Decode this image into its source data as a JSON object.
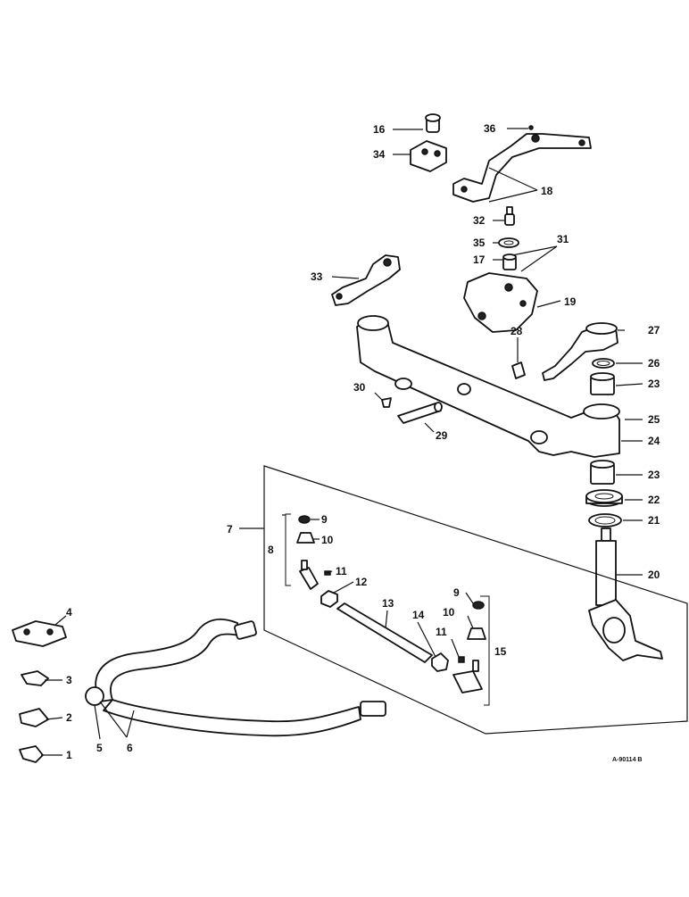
{
  "diagram": {
    "drawing_code": "A-90114 B",
    "callouts": [
      {
        "id": "c1",
        "text": "1"
      },
      {
        "id": "c2",
        "text": "2"
      },
      {
        "id": "c3",
        "text": "3"
      },
      {
        "id": "c4",
        "text": "4"
      },
      {
        "id": "c5",
        "text": "5"
      },
      {
        "id": "c6",
        "text": "6"
      },
      {
        "id": "c7",
        "text": "7"
      },
      {
        "id": "c8",
        "text": "8"
      },
      {
        "id": "c9a",
        "text": "9"
      },
      {
        "id": "c9b",
        "text": "9"
      },
      {
        "id": "c10a",
        "text": "10"
      },
      {
        "id": "c10b",
        "text": "10"
      },
      {
        "id": "c11a",
        "text": "11"
      },
      {
        "id": "c11b",
        "text": "11"
      },
      {
        "id": "c12",
        "text": "12"
      },
      {
        "id": "c13",
        "text": "13"
      },
      {
        "id": "c14",
        "text": "14"
      },
      {
        "id": "c15",
        "text": "15"
      },
      {
        "id": "c16",
        "text": "16"
      },
      {
        "id": "c17",
        "text": "17"
      },
      {
        "id": "c18",
        "text": "18"
      },
      {
        "id": "c19",
        "text": "19"
      },
      {
        "id": "c20",
        "text": "20"
      },
      {
        "id": "c21",
        "text": "21"
      },
      {
        "id": "c22",
        "text": "22"
      },
      {
        "id": "c23a",
        "text": "23"
      },
      {
        "id": "c23b",
        "text": "23"
      },
      {
        "id": "c24",
        "text": "24"
      },
      {
        "id": "c25",
        "text": "25"
      },
      {
        "id": "c26",
        "text": "26"
      },
      {
        "id": "c27",
        "text": "27"
      },
      {
        "id": "c28",
        "text": "28"
      },
      {
        "id": "c29",
        "text": "29"
      },
      {
        "id": "c30",
        "text": "30"
      },
      {
        "id": "c31",
        "text": "31"
      },
      {
        "id": "c32",
        "text": "32"
      },
      {
        "id": "c33",
        "text": "33"
      },
      {
        "id": "c34",
        "text": "34"
      },
      {
        "id": "c35",
        "text": "35"
      },
      {
        "id": "c36",
        "text": "36"
      }
    ]
  }
}
